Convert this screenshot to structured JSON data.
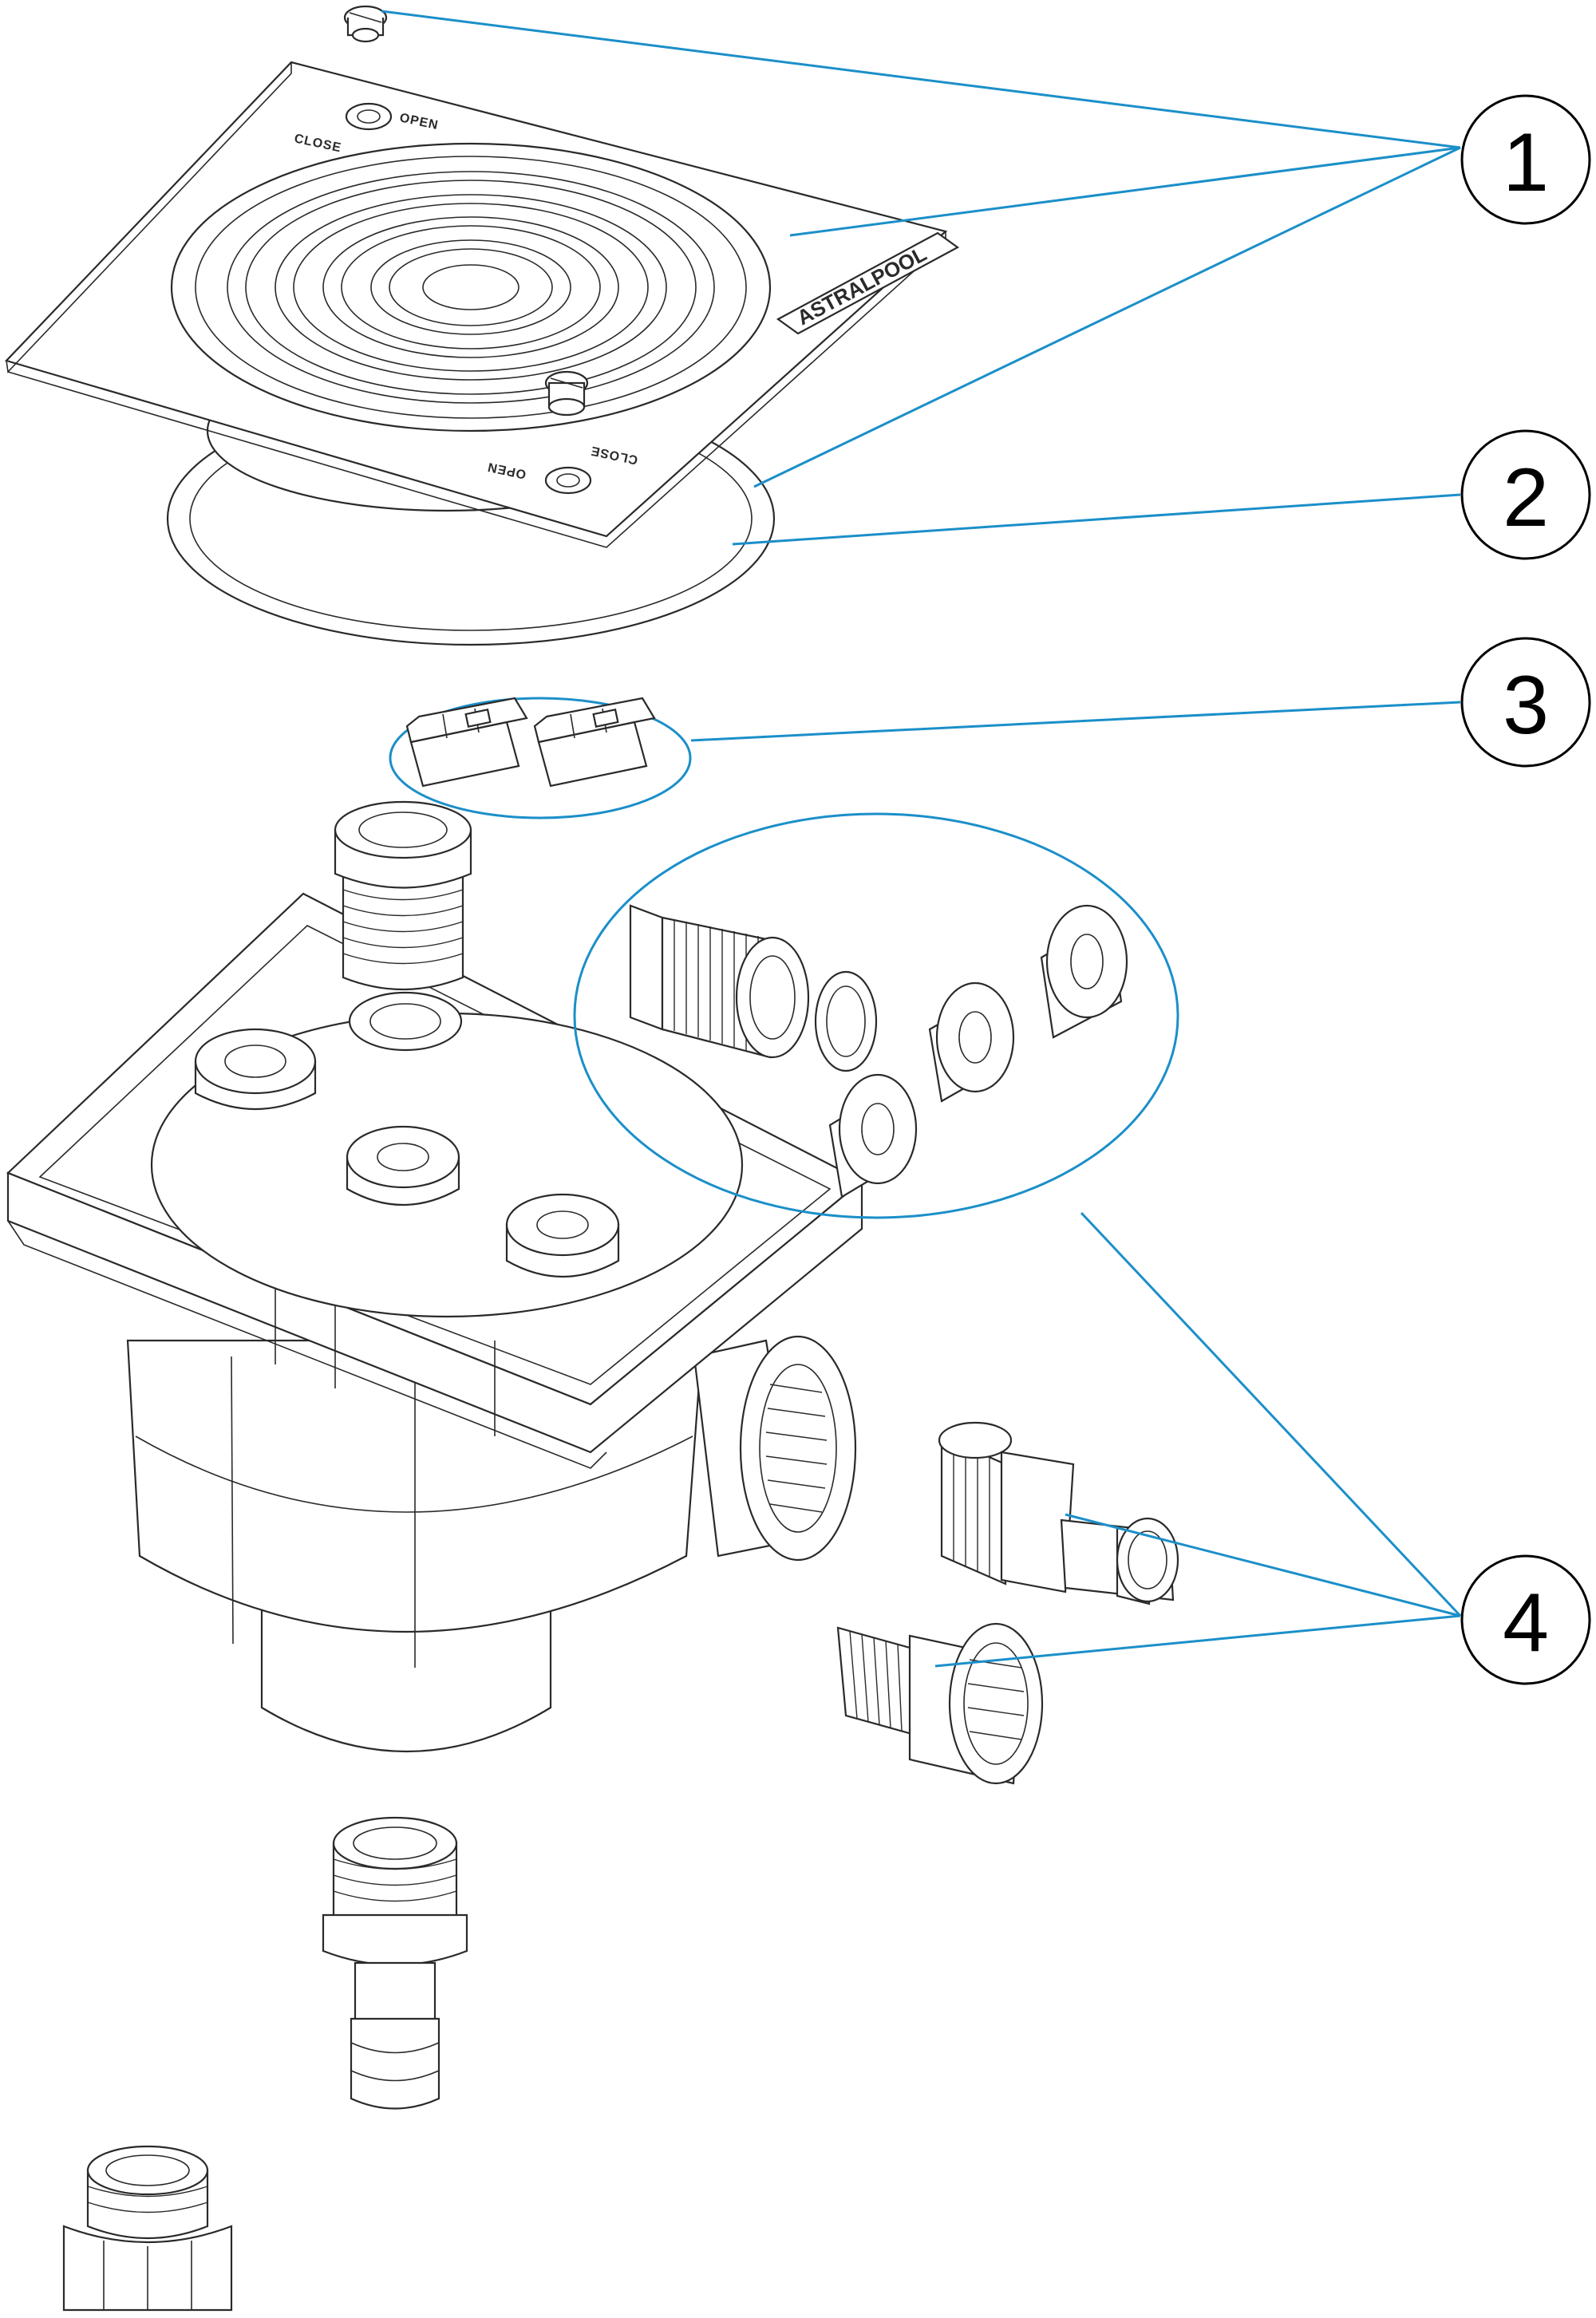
{
  "diagram": {
    "callouts": [
      {
        "id": "1",
        "label": "1"
      },
      {
        "id": "2",
        "label": "2"
      },
      {
        "id": "3",
        "label": "3"
      },
      {
        "id": "4",
        "label": "4"
      }
    ],
    "lid_markings": {
      "close_top": "CLOSE",
      "open_top": "OPEN",
      "close_bottom": "CLOSE",
      "open_bottom": "OPEN",
      "brand_logo": "ASTRALPOOL"
    },
    "leader_color": "#1b8fc9"
  }
}
